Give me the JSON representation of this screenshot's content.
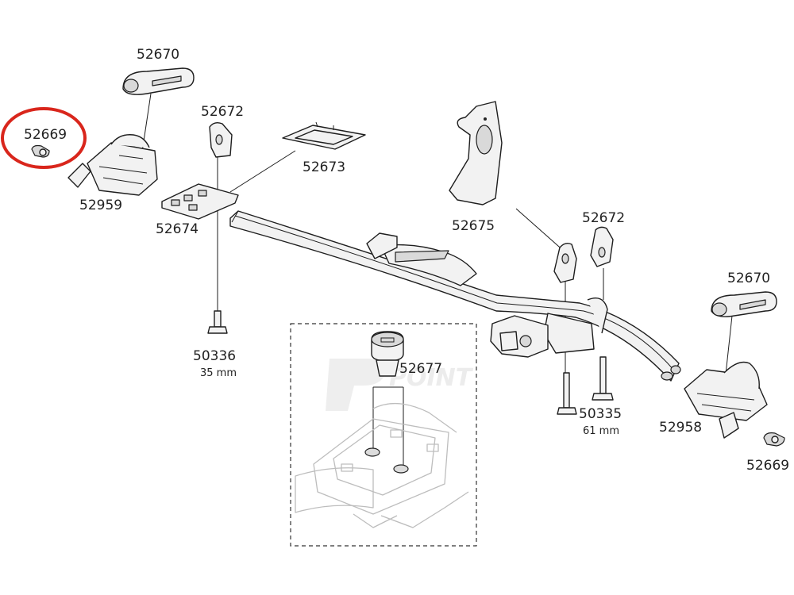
{
  "labels": {
    "bolt_cap_left": "52669",
    "bolt_cap_right": "52669",
    "strap_left": "52670",
    "strap_right": "52670",
    "holder_left": "52672",
    "holder_right": "52672",
    "foot_left": "52959",
    "foot_right": "52958",
    "plate": "52674",
    "frame": "52673",
    "arm": "52675",
    "knob": "52677",
    "tbolt_short": "50336",
    "tbolt_long": "50335"
  },
  "sizes": {
    "tbolt_short": "35 mm",
    "tbolt_long": "61 mm"
  },
  "highlight_color": "#d9261c"
}
